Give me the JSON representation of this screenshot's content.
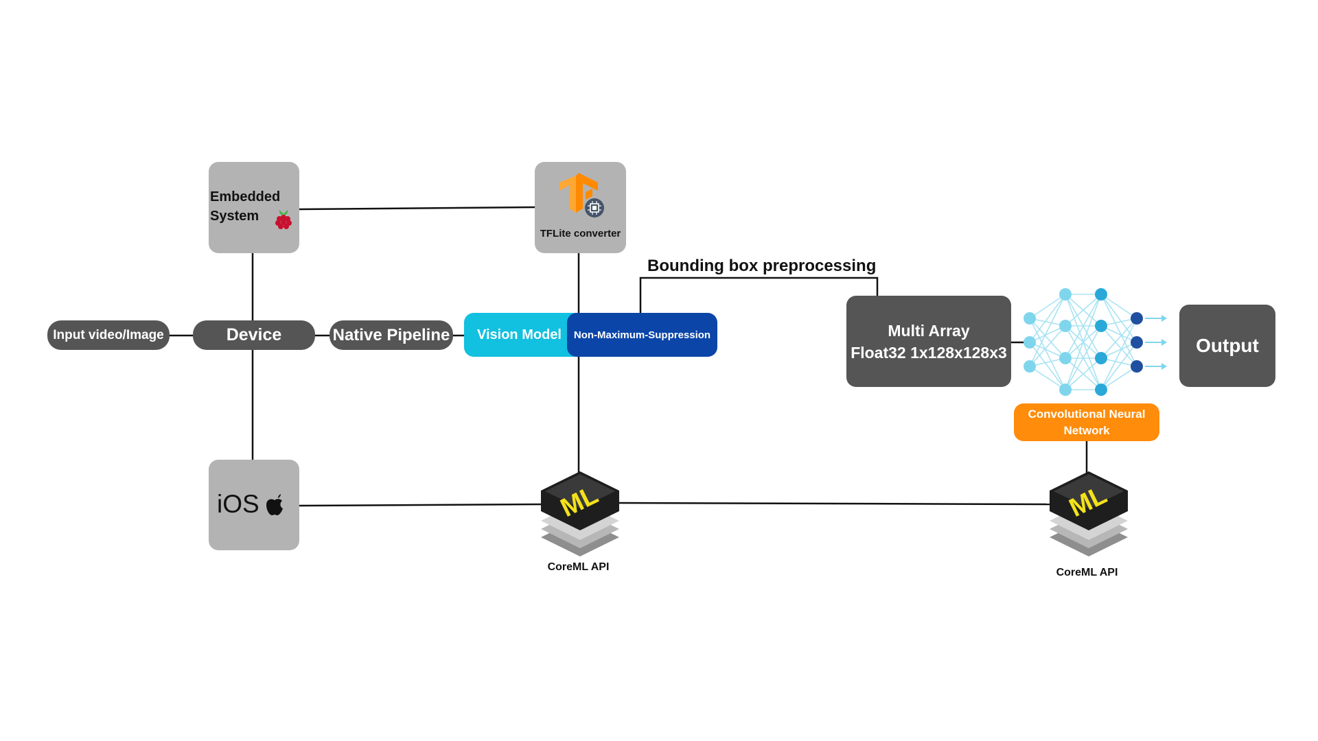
{
  "nodes": {
    "input": "Input video/Image",
    "device": "Device",
    "native_pipeline": "Native Pipeline",
    "vision_model": "Vision Model",
    "nms": "Non-Maximum-Suppression",
    "embedded_line1": "Embedded",
    "embedded_line2": "System",
    "tflite": "TFLite converter",
    "ios": "iOS",
    "coreml_1": "CoreML API",
    "coreml_2": "CoreML API",
    "multi_array_line1": "Multi Array",
    "multi_array_line2": "Float32 1x128x128x3",
    "cnn_line1": "Convolutional Neural",
    "cnn_line2": "Network",
    "output": "Output"
  },
  "labels": {
    "bounding_box": "Bounding box preprocessing",
    "ml_badge": "ML"
  },
  "icons": [
    "raspberry-pi-icon",
    "tensorflow-icon",
    "chip-icon",
    "apple-icon",
    "coreml-icon",
    "neural-network-icon"
  ],
  "colors": {
    "dark_node": "#555555",
    "card": "#b3b3b3",
    "vision_cyan": "#12c0e0",
    "nms_blue": "#0b45a8",
    "cnn_orange": "#ff8c0a",
    "tf_orange": "#ff8a00",
    "ml_yellow": "#f3e21a",
    "nn_light": "#7fd6ec",
    "nn_mid": "#2aa9d8",
    "nn_dark": "#1f4fa0"
  }
}
